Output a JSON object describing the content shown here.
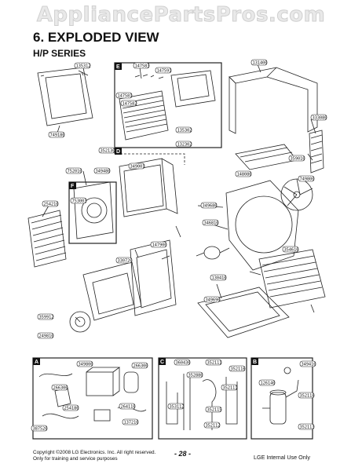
{
  "watermark": "AppliancePartsPros.com",
  "title": "6. EXPLODED VIEW",
  "subtitle": "H/P SERIES",
  "sections": [
    "E",
    "D",
    "F",
    "A",
    "C",
    "B"
  ],
  "part_numbers": [
    "135312",
    "147583",
    "147581",
    "147582",
    "147591",
    "131400",
    "135302",
    "132302",
    "749180",
    "352130",
    "349001",
    "333080",
    "752010",
    "349480",
    "359010",
    "753003",
    "749800",
    "254210",
    "148080",
    "349680",
    "147900",
    "346810",
    "354610",
    "330720",
    "130410",
    "349690",
    "359912",
    "249810",
    "349800",
    "266300",
    "266300",
    "137210",
    "360430",
    "352111",
    "352116",
    "353112",
    "352115",
    "352112",
    "352118",
    "352113",
    "387520",
    "254180",
    "126140",
    "349410",
    "264110",
    "352880",
    "352111"
  ],
  "footer": {
    "copyright": "Copyright ©2008 LG Electronics. Inc. All right reserved.",
    "note": "Only for training and service purposes",
    "page": "- 28 -",
    "internal": "LGE Internal Use Only"
  }
}
